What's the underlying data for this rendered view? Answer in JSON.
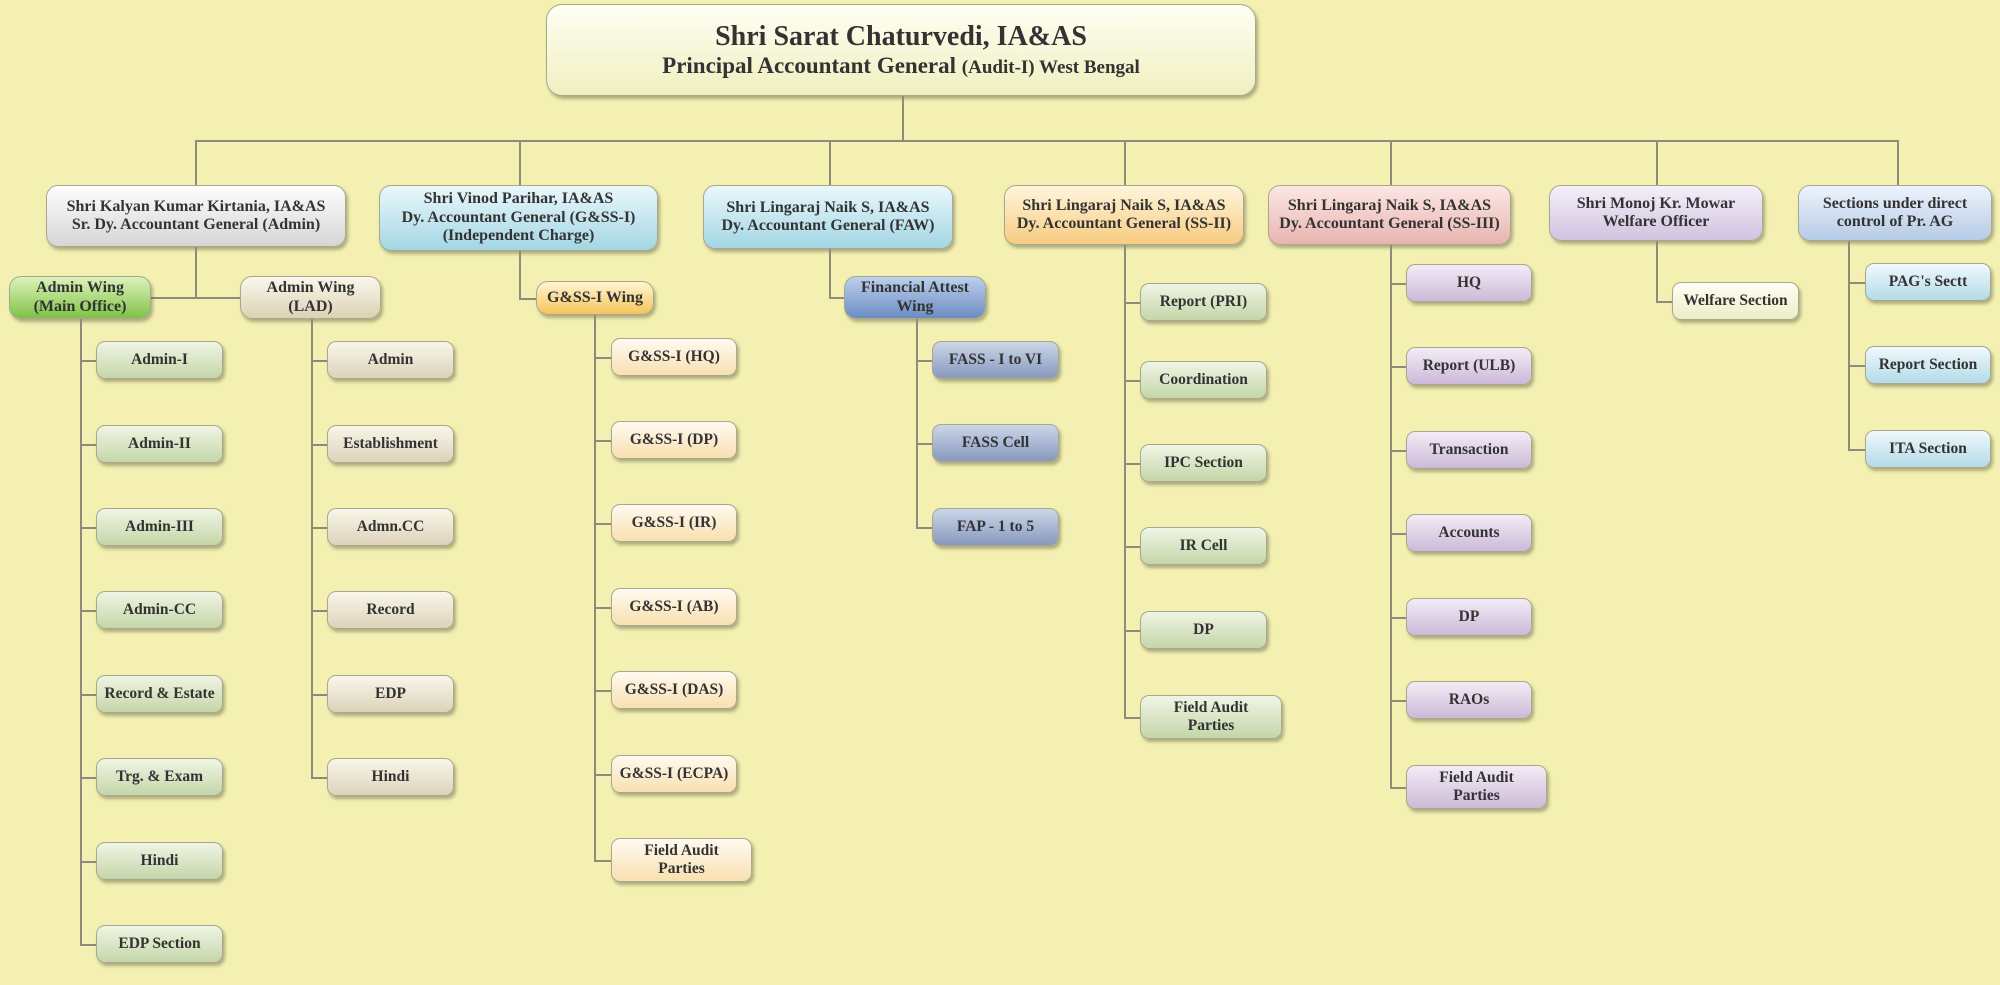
{
  "head": {
    "name": "Shri Sarat Chaturvedi, IA&AS",
    "title": "Principal Accountant General",
    "title_suffix": "(Audit-I) West Bengal"
  },
  "branches": [
    {
      "header": "Shri Kalyan Kumar Kirtania, IA&AS\nSr. Dy. Accountant General (Admin)",
      "wings": [
        {
          "label": "Admin Wing\n(Main Office)",
          "sections": [
            "Admin-I",
            "Admin-II",
            "Admin-III",
            "Admin-CC",
            "Record & Estate",
            "Trg. & Exam",
            "Hindi",
            "EDP Section"
          ]
        },
        {
          "label": "Admin Wing\n(LAD)",
          "sections": [
            "Admin",
            "Establishment",
            "Admn.CC",
            "Record",
            "EDP",
            "Hindi"
          ]
        }
      ]
    },
    {
      "header": "Shri Vinod Parihar, IA&AS\nDy. Accountant General (G&SS-I)\n(Independent Charge)",
      "wings": [
        {
          "label": "G&SS-I Wing",
          "sections": [
            "G&SS-I (HQ)",
            "G&SS-I (DP)",
            "G&SS-I (IR)",
            "G&SS-I (AB)",
            "G&SS-I (DAS)",
            "G&SS-I (ECPA)",
            "Field Audit\nParties"
          ]
        }
      ]
    },
    {
      "header": "Shri Lingaraj Naik S, IA&AS\nDy. Accountant General (FAW)",
      "wings": [
        {
          "label": "Financial Attest\nWing",
          "sections": [
            "FASS - I to VI",
            "FASS Cell",
            "FAP - 1 to 5"
          ]
        }
      ]
    },
    {
      "header": "Shri Lingaraj Naik S, IA&AS\nDy. Accountant General (SS-II)",
      "sections": [
        "Report (PRI)",
        "Coordination",
        "IPC Section",
        "IR Cell",
        "DP",
        "Field Audit\nParties"
      ]
    },
    {
      "header": "Shri Lingaraj Naik S, IA&AS\nDy. Accountant General (SS-III)",
      "sections": [
        "HQ",
        "Report (ULB)",
        "Transaction",
        "Accounts",
        "DP",
        "RAOs",
        "Field Audit\nParties"
      ]
    },
    {
      "header": "Shri Monoj Kr. Mowar\nWelfare Officer",
      "sections": [
        "Welfare Section"
      ]
    },
    {
      "header": "Sections under direct\ncontrol of Pr. AG",
      "sections": [
        "PAG's Sectt",
        "Report Section",
        "ITA Section"
      ]
    }
  ]
}
